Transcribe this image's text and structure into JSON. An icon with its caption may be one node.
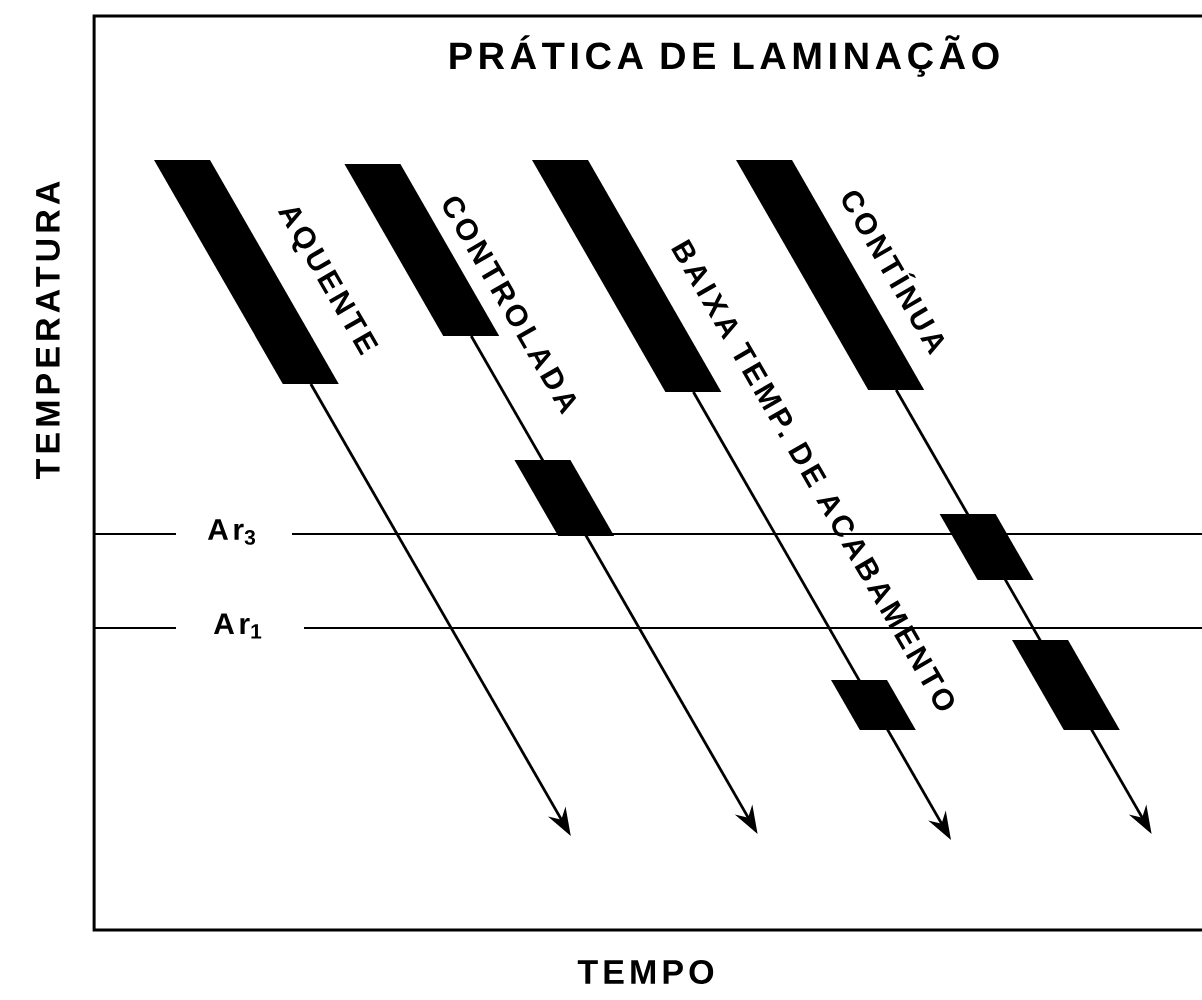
{
  "diagram": {
    "title": "PRÁTICA DE LAMINAÇÃO",
    "labels": [
      "AQUENTE",
      "CONTROLADA",
      "BAIXA TEMP. DE ACABAMENTO",
      "CONTÍNUA",
      "TEMPERATURA",
      "Ar$_{3}$",
      "Ar$_{1}$",
      "TEMPO"
    ]
  }
}
